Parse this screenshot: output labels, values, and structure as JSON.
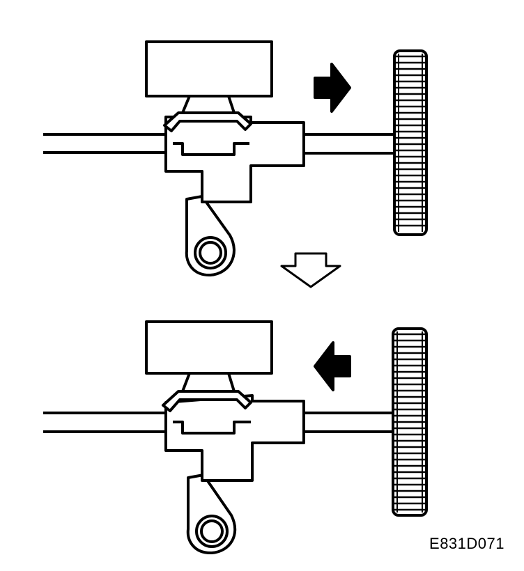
{
  "figure_code": "E831D071",
  "colors": {
    "ink": "#000000",
    "paper": "#ffffff"
  },
  "panels": [
    {
      "id": "top",
      "arrow_direction": "right"
    },
    {
      "id": "bottom",
      "arrow_direction": "left"
    }
  ],
  "transition_arrow": {
    "direction": "down",
    "style": "outline"
  }
}
